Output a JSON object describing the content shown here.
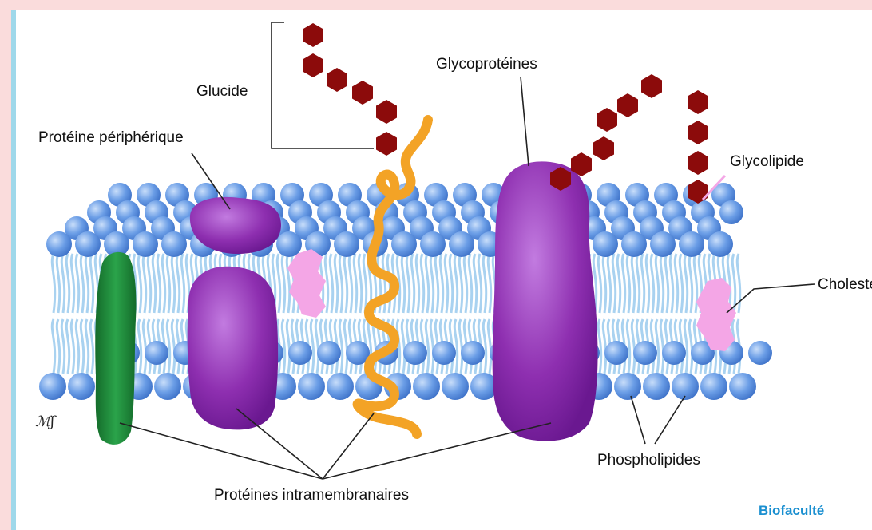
{
  "labels": {
    "glucide": "Glucide",
    "peripheral_protein": "Protéine périphérique",
    "glycoproteins": "Glycoprotéines",
    "glycolipid": "Glycolipide",
    "cholesterol": "Cholestérol",
    "phospholipids": "Phospholipides",
    "intramembrane_proteins": "Protéines intramembranaires"
  },
  "credit": "Biofaculté",
  "colors": {
    "head": "#5b8fe0",
    "head_light": "#a8c8f5",
    "tail": "#a9d2f0",
    "protein": "#8a2aa8",
    "protein_light": "#b55ad0",
    "green_protein": "#1f8a3a",
    "helix": "#f3a326",
    "sugar": "#8c0b0b",
    "cholesterol": "#f4a6e6",
    "background_pink": "#fadcdc"
  }
}
